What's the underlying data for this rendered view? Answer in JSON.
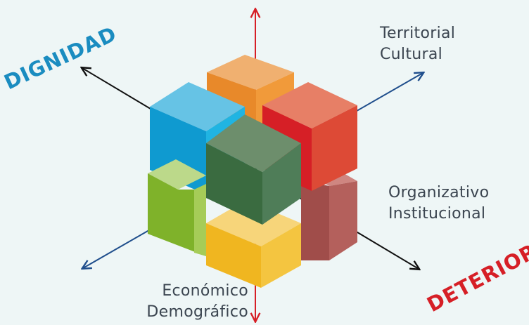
{
  "diagram": {
    "labels": {
      "top_right_line1": "Territorial",
      "top_right_line2": "Cultural",
      "right_line1": "Organizativo",
      "right_line2": "Institucional",
      "bottom_line1": "Económico",
      "bottom_line2": "Demográfico"
    },
    "corner_words": {
      "dignity": "DIGNIDAD",
      "deterioration": "DETERIORO"
    },
    "colors": {
      "background": "#eef6f6",
      "axis_red": "#d61f26",
      "axis_blue": "#1f4e8c",
      "axis_black": "#111111",
      "dignity_text": "#1a8cc0",
      "deterioration_text": "#d61f26",
      "cube_orange": "#e8892a",
      "cube_blue": "#1aa7d6",
      "cube_red": "#dd4a36",
      "cube_green_center": "#4f7d58",
      "cube_lightgreen": "#8dbb35",
      "cube_maroon": "#b4605c",
      "cube_yellow": "#f0b620"
    }
  }
}
